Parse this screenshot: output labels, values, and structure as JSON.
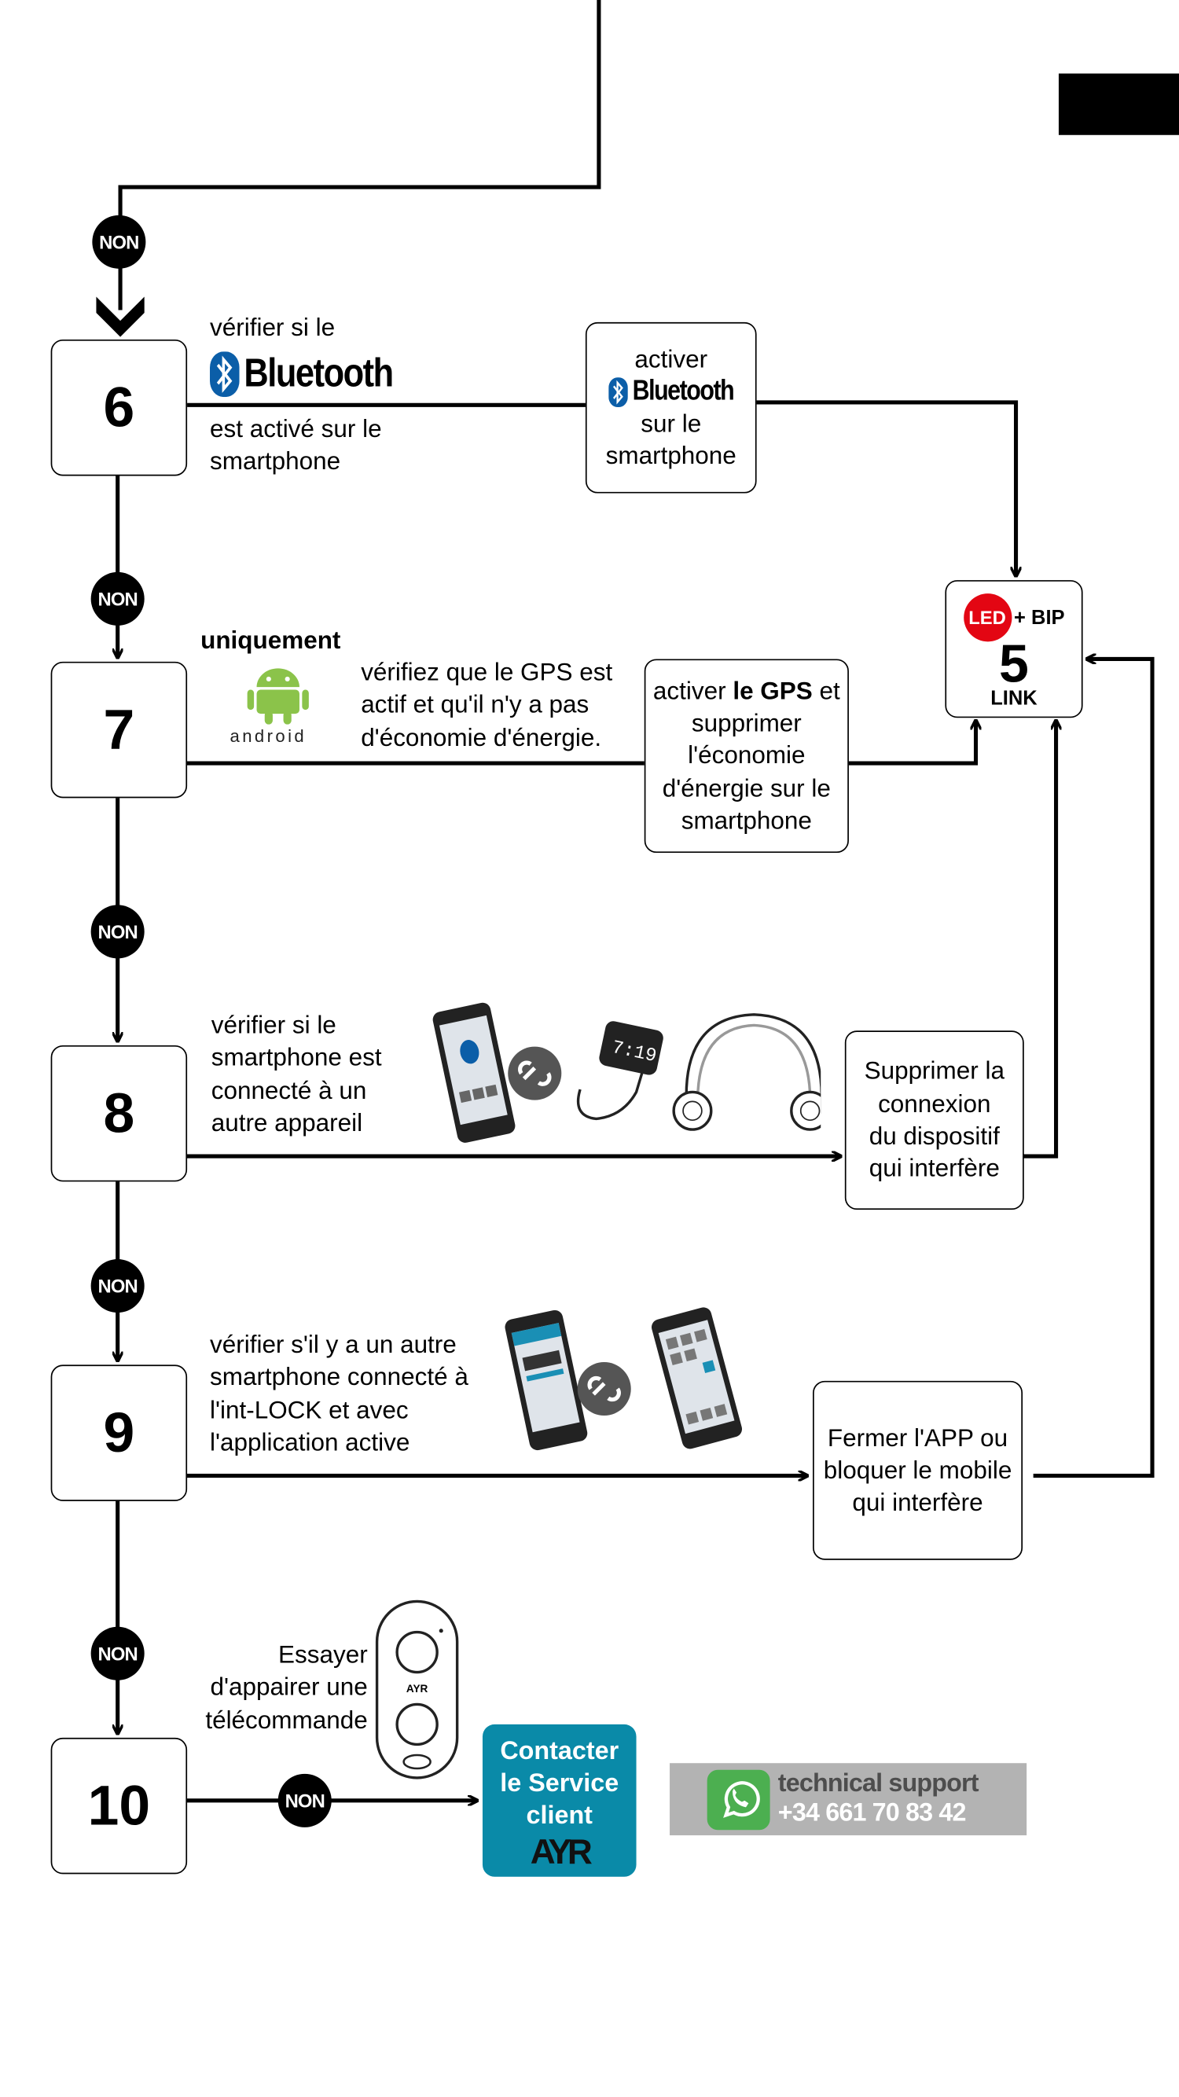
{
  "labels": {
    "non": "NON"
  },
  "steps": [
    {
      "number": "6",
      "text_before": "vérifier si le",
      "brand": "Bluetooth",
      "text_after": [
        "est activé sur le",
        "smartphone"
      ]
    },
    {
      "number": "7",
      "heading": "uniquement",
      "platform": "android",
      "text": [
        "vérifiez que le GPS est",
        "actif et qu'il n'y a pas",
        "d'économie d'énergie."
      ]
    },
    {
      "number": "8",
      "text": [
        "vérifier si le",
        "smartphone est",
        "connecté à un",
        "autre appareil"
      ]
    },
    {
      "number": "9",
      "text": [
        "vérifier s'il y a un autre",
        "smartphone connecté à",
        "l'int-LOCK et avec",
        "l'application active"
      ]
    },
    {
      "number": "10",
      "text": [
        "Essayer",
        "d'appairer une",
        "télécommande"
      ]
    }
  ],
  "actions": {
    "bluetooth": {
      "line1": "activer",
      "brand": "Bluetooth",
      "line2": "sur le",
      "line3": "smartphone"
    },
    "gps": {
      "pre": "activer ",
      "bold": "le GPS",
      "post": " et",
      "lines": [
        "supprimer",
        "l'économie",
        "d'énergie sur le",
        "smartphone"
      ]
    },
    "interfering_device": [
      "Supprimer la",
      "connexion",
      "du dispositif",
      "qui interfère"
    ],
    "interfering_phone": [
      "Fermer l'APP ou",
      "bloquer le mobile",
      "qui interfère"
    ]
  },
  "result": {
    "led": "LED",
    "plus_bip": "+ BIP",
    "number": "5",
    "label": "LINK"
  },
  "contact": {
    "lines": [
      "Contacter",
      "le Service",
      "client"
    ],
    "logo": "AYR"
  },
  "support": {
    "title": "technical support",
    "phone": "+34 661 70 83 42"
  },
  "remote_logo": "AYR",
  "watch_time": "7:19",
  "colors": {
    "led_red": "#e30613",
    "teal": "#0a8aa8",
    "support_gray": "#b3b3b3",
    "whatsapp_green": "#4caf50",
    "android_green": "#8bc34a",
    "bluetooth_blue": "#0b5ea8"
  }
}
